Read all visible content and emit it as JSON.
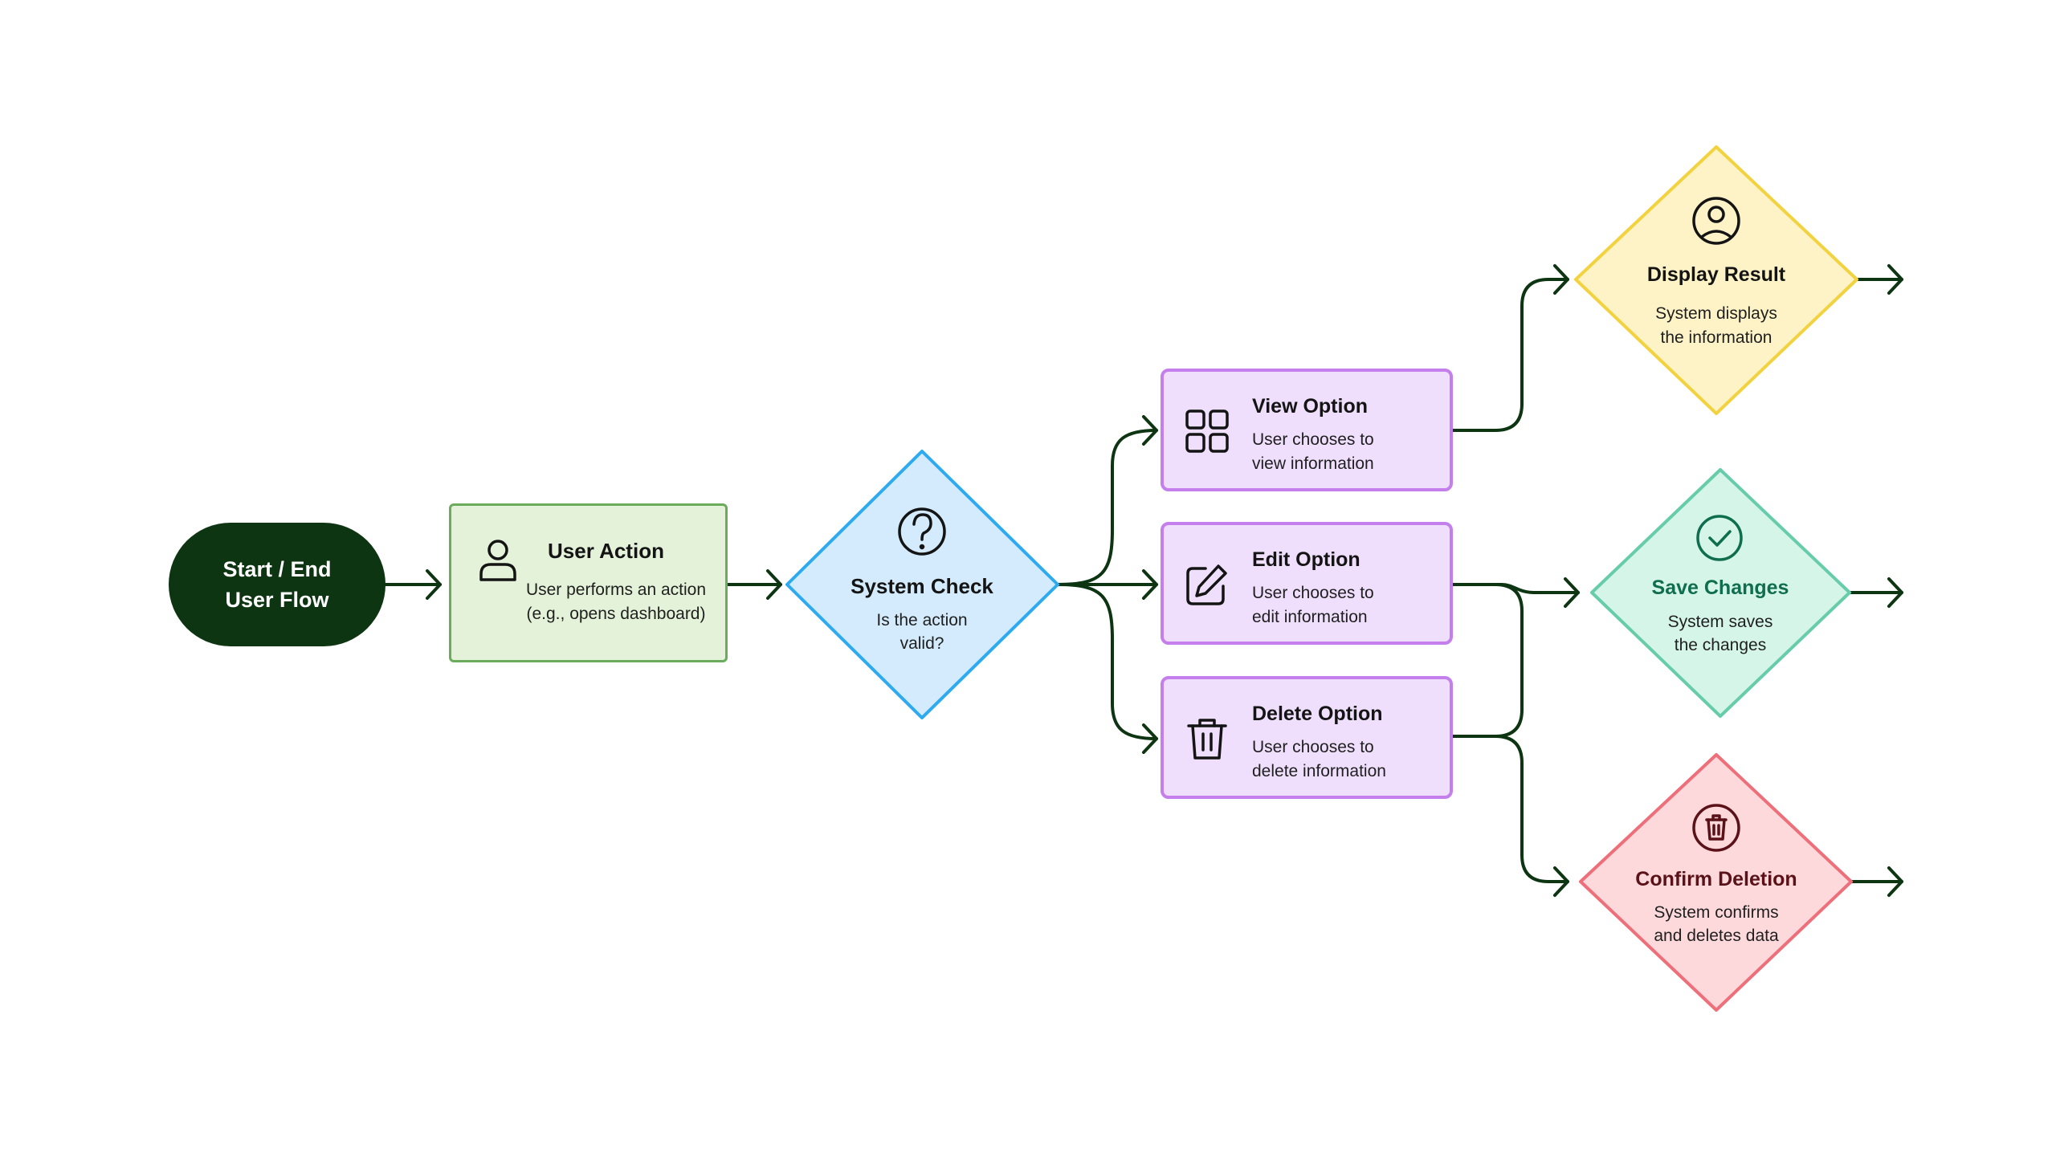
{
  "start": {
    "line1": "Start / End",
    "line2": "User Flow"
  },
  "user_action": {
    "title": "User Action",
    "desc_line1": "User performs an action",
    "desc_line2": "(e.g., opens dashboard)",
    "icon": "user-icon"
  },
  "system_check": {
    "title": "System Check",
    "desc_line1": "Is the action",
    "desc_line2": "valid?",
    "icon": "question-icon"
  },
  "options": {
    "view": {
      "title": "View Option",
      "desc_line1": "User chooses to",
      "desc_line2": "view information",
      "icon": "grid-icon"
    },
    "edit": {
      "title": "Edit Option",
      "desc_line1": "User chooses to",
      "desc_line2": "edit information",
      "icon": "edit-icon"
    },
    "delete": {
      "title": "Delete Option",
      "desc_line1": "User chooses to",
      "desc_line2": "delete information",
      "icon": "trash-icon"
    }
  },
  "results": {
    "display": {
      "title": "Display Result",
      "desc_line1": "System displays",
      "desc_line2": "the information",
      "icon": "user-circle-icon"
    },
    "save": {
      "title": "Save Changes",
      "desc_line1": "System saves",
      "desc_line2": "the changes",
      "icon": "check-circle-icon"
    },
    "confirm": {
      "title": "Confirm Deletion",
      "desc_line1": "System confirms",
      "desc_line2": "and deletes data",
      "icon": "trash-circle-icon"
    }
  },
  "colors": {
    "connector": "#0d3512",
    "start_fill": "#0d3512",
    "user_fill": "#e3f2d8",
    "user_stroke": "#6aab5c",
    "check_fill": "#d3ebfc",
    "check_stroke": "#2eaaf0",
    "option_fill": "#efdffc",
    "option_stroke": "#c47fec",
    "display_fill": "#fdf3c7",
    "display_stroke": "#f2d23e",
    "save_fill": "#d5f5e8",
    "save_stroke": "#66ccaa",
    "save_title": "#0f6e4e",
    "confirm_fill": "#fdd9dc",
    "confirm_stroke": "#ee6f7a",
    "confirm_title": "#5a1218"
  }
}
